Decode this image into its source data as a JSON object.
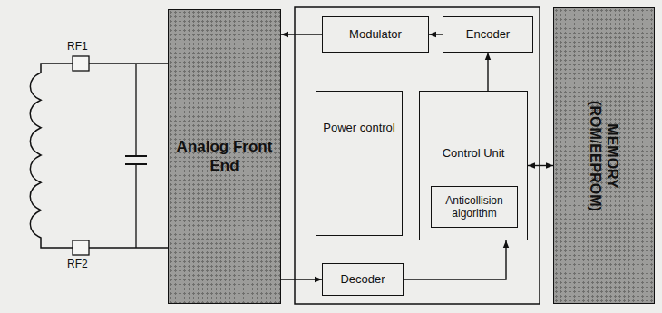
{
  "diagram": {
    "nodes": [
      {
        "text": [
          "Analog Front End"
        ]
      },
      {
        "text": [
          "Modulator"
        ]
      },
      {
        "text": [
          "Encoder"
        ]
      },
      {
        "text": [
          "Power control"
        ]
      },
      {
        "text": [
          "Control Unit"
        ]
      },
      {
        "text": [
          "Anticollision algorithm"
        ],
        "in": 4
      },
      {
        "text": [
          "Decoder"
        ]
      },
      {
        "text": [
          "MEMORY (ROM/EEPROM)"
        ]
      }
    ],
    "edges": [
      {
        "from": 1,
        "to": 0,
        "arrow": "to"
      },
      {
        "from": 2,
        "to": 1,
        "arrow": "to"
      },
      {
        "from": 4,
        "to": 2,
        "arrow": "to"
      },
      {
        "from": 0,
        "to": 6,
        "arrow": "to"
      },
      {
        "from": 6,
        "to": 4,
        "arrow": "to"
      },
      {
        "from": 4,
        "to": 7,
        "arrow": "both"
      }
    ],
    "labels": [
      "RF1",
      "RF2"
    ]
  }
}
